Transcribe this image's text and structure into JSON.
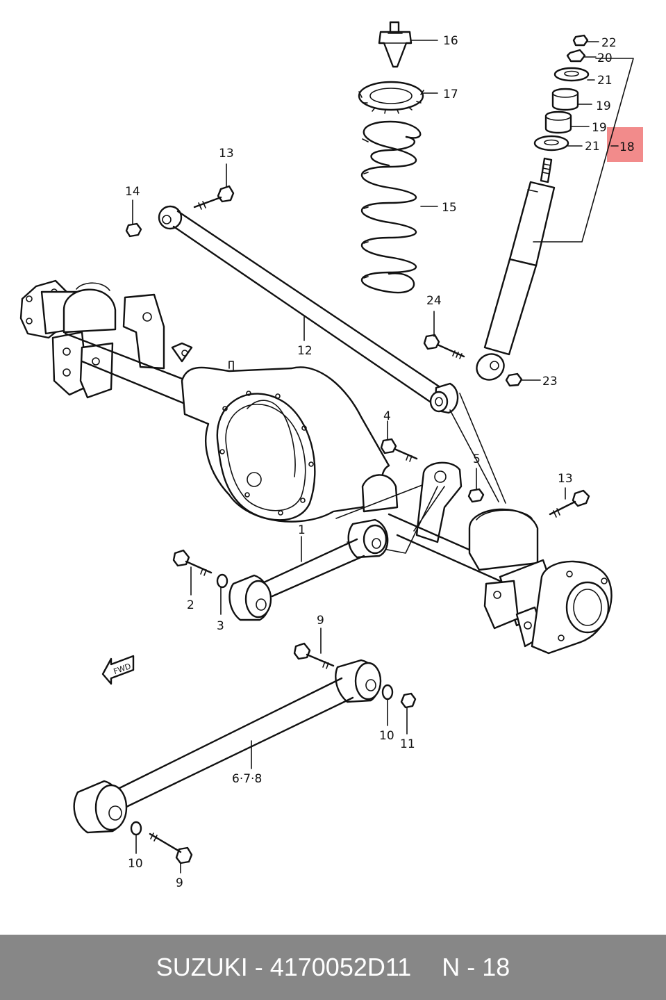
{
  "diagram": {
    "callouts": {
      "c16": "16",
      "c17": "17",
      "c15": "15",
      "c22": "22",
      "c20": "20",
      "c21a": "21",
      "c19a": "19",
      "c19b": "19",
      "c21b": "21",
      "c18": "18",
      "c13a": "13",
      "c14": "14",
      "c12": "12",
      "c24": "24",
      "c23": "23",
      "c4": "4",
      "c5": "5",
      "c13b": "13",
      "c1": "1",
      "c2": "2",
      "c3": "3",
      "c9a": "9",
      "c10a": "10",
      "c11": "11",
      "c678": "6·7·8",
      "c10b": "10",
      "c9b": "9"
    },
    "fwd_label": "FWD",
    "highlight_color": "#f28b8b"
  },
  "footer": {
    "part_text": "SUZUKI - 4170052D11",
    "ref_text": "N - 18"
  }
}
